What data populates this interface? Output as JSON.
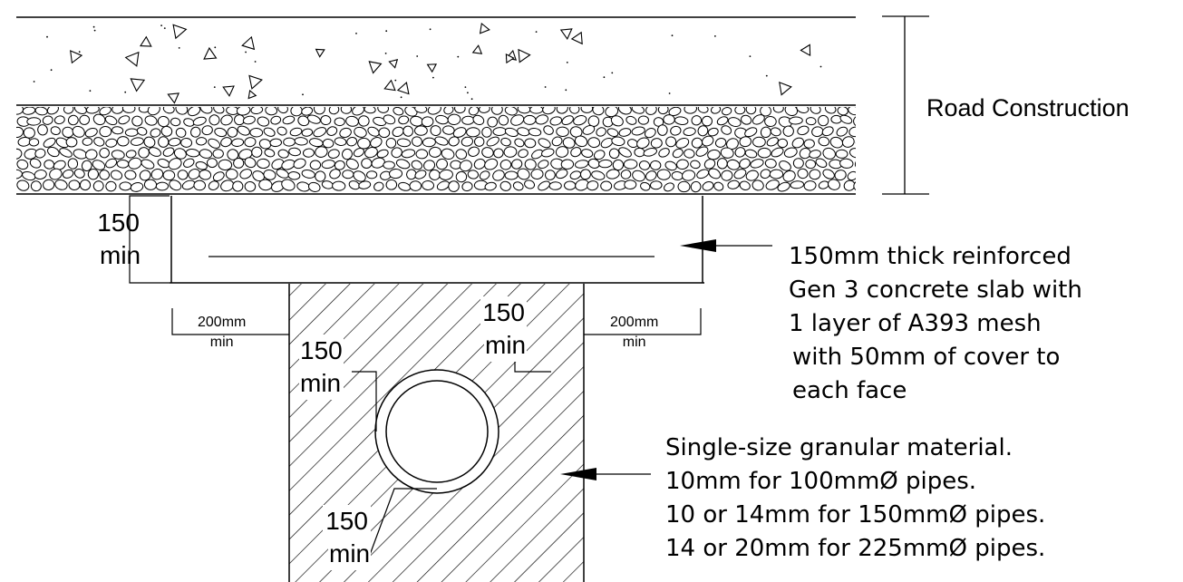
{
  "road_label": "Road Construction",
  "slab_dimension": {
    "value": "150",
    "unit": "min"
  },
  "side_clearance": {
    "left": {
      "value": "200mm",
      "unit": "min"
    },
    "right": {
      "value": "200mm",
      "unit": "min"
    }
  },
  "pipe_clearances": {
    "left": {
      "value": "150",
      "unit": "min"
    },
    "top": {
      "value": "150",
      "unit": "min"
    },
    "bottom": {
      "value": "150",
      "unit": "min"
    }
  },
  "slab_note": [
    "150mm thick reinforced",
    "Gen 3 concrete slab with",
    "1  layer of A393 mesh",
    "with 50mm of cover to",
    "each face"
  ],
  "bedding_note": [
    "Single-size granular material.",
    "10mm for 100mmØ pipes.",
    "10 or 14mm for 150mmØ pipes.",
    "14 or 20mm for 225mmØ pipes."
  ],
  "colors": {
    "line": "#000000",
    "background": "#ffffff"
  }
}
